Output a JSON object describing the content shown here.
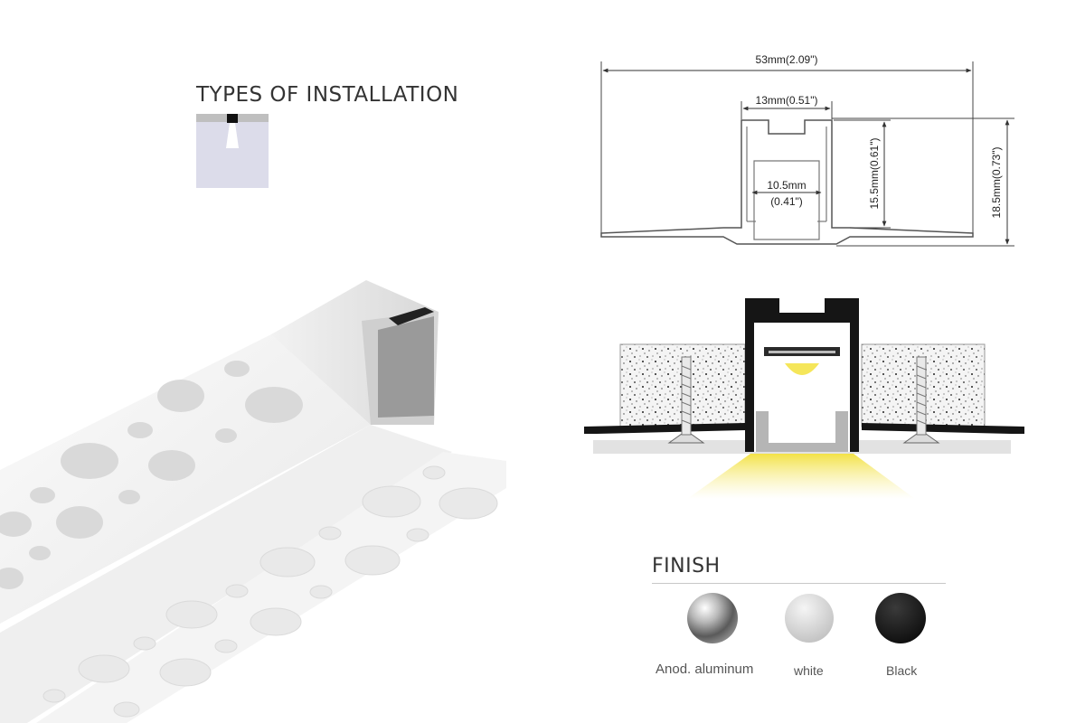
{
  "installation": {
    "title": "TYPES OF INSTALLATION"
  },
  "dimensions": {
    "overall_width": "53mm(2.09\")",
    "opening_width": "13mm(0.51\")",
    "inner_width_mm": "10.5mm",
    "inner_width_in": "(0.41\")",
    "inner_height": "15.5mm(0.61\")",
    "overall_height": "18.5mm(0.73\")"
  },
  "finish": {
    "title": "FINISH",
    "options": [
      {
        "label": "Anod. aluminum",
        "color": "#9a9a9a"
      },
      {
        "label": "white",
        "color": "#d6d6d6"
      },
      {
        "label": "Black",
        "color": "#1a1a1a"
      }
    ]
  },
  "colors": {
    "led_light": "#f5e65a",
    "profile_black": "#151515",
    "drywall": "#eeeeee"
  }
}
